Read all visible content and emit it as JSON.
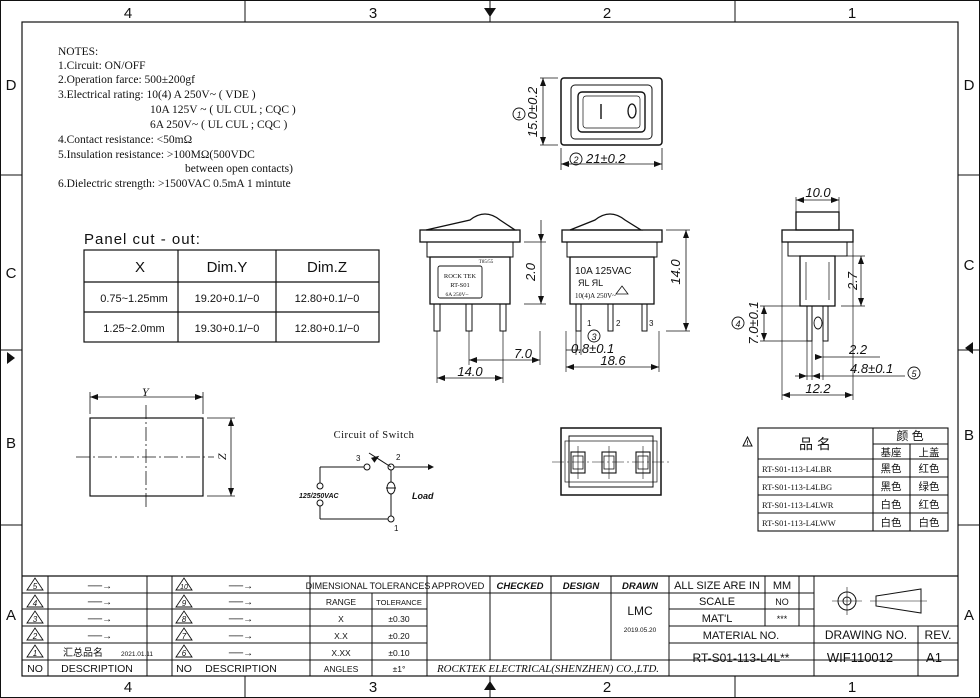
{
  "frame": {
    "columns": [
      "4",
      "3",
      "2",
      "1"
    ],
    "rows": [
      "D",
      "C",
      "B",
      "A"
    ]
  },
  "notes": {
    "title": "NOTES:",
    "lines": [
      "1.Circuit: ON/OFF",
      "2.Operation farce: 500±200gf",
      "3.Electrical rating: 10(4) A   250V~ ( VDE )",
      "10A 125V ~ ( UL CUL ; CQC )",
      "6A    250V~ ( UL CUL ; CQC )",
      "4.Contact resistance: <50mΩ",
      "5.Insulation resistance: >100MΩ(500VDC",
      "between open contacts)",
      "6.Dielectric strength: >1500VAC  0.5mA 1 mintute"
    ]
  },
  "panel_cutout": {
    "title": "Panel cut - out:",
    "headers": [
      "X",
      "Dim.Y",
      "Dim.Z"
    ],
    "rows": [
      [
        "0.75~1.25mm",
        "19.20+0.1/−0",
        "12.80+0.1/−0"
      ],
      [
        "1.25~2.0mm",
        "19.30+0.1/−0",
        "12.80+0.1/−0"
      ]
    ],
    "label_y": "Y",
    "label_z": "Z"
  },
  "top_view": {
    "height_dim": "15.0±0.2",
    "width_dim": "21±0.2",
    "marker_1": "1",
    "marker_2": "2",
    "on_symbol": "|",
    "off_symbol": "O"
  },
  "front_view": {
    "brand": "ROCK TEK",
    "model": "RT-S01",
    "rating": "6A 250V~",
    "marks": "T85/55",
    "dim_height": "2.0",
    "dim_pin": "7.0",
    "dim_width": "14.0"
  },
  "side_view": {
    "rating_line1": "10A 125VAC",
    "rating_line2": "10(4)A 250V~",
    "ul_mark": "ЯL ЯL",
    "dim_height": "14.0",
    "dim_terminal": "0.8±0.1",
    "dim_width": "18.6",
    "marker_3": "3",
    "pin_labels": [
      "1",
      "2",
      "3"
    ]
  },
  "end_view": {
    "dim_top": "10.0",
    "dim_right": "2.7",
    "dim_left": "7.0±0.1",
    "dim_small": "2.2",
    "dim_pin": "4.8±0.1",
    "dim_bottom": "12.2",
    "marker_4": "4",
    "marker_5": "5"
  },
  "circuit": {
    "title": "Circuit of Switch",
    "voltage": "125/250VAC",
    "load": "Load",
    "pins": [
      "3",
      "2",
      "1"
    ]
  },
  "variants_table": {
    "warning": "!",
    "header_name": "品 名",
    "header_color": "颜 色",
    "sub_base": "基座",
    "sub_cover": "上盖",
    "rows": [
      [
        "RT-S01-113-L4LBR",
        "黑色",
        "红色"
      ],
      [
        "RT-S01-113-L4LBG",
        "黑色",
        "绿色"
      ],
      [
        "RT-S01-113-L4LWR",
        "白色",
        "红色"
      ],
      [
        "RT-S01-113-L4LWW",
        "白色",
        "白色"
      ]
    ]
  },
  "title_block": {
    "revisions_left": [
      {
        "no": "5",
        "desc": "──→"
      },
      {
        "no": "4",
        "desc": "──→"
      },
      {
        "no": "3",
        "desc": "──→"
      },
      {
        "no": "2",
        "desc": "──→"
      },
      {
        "no": "1",
        "desc": "汇总品名",
        "date": "2021.01.11"
      }
    ],
    "revisions_right": [
      {
        "no": "10",
        "desc": "──→"
      },
      {
        "no": "9",
        "desc": "──→"
      },
      {
        "no": "8",
        "desc": "──→"
      },
      {
        "no": "7",
        "desc": "──→"
      },
      {
        "no": "6",
        "desc": "──→"
      }
    ],
    "col_no": "NO",
    "col_desc": "DESCRIPTION",
    "tolerances": {
      "title": "DIMENSIONAL TOLERANCES",
      "col_range": "RANGE",
      "col_tol": "TOLERANCE",
      "rows": [
        [
          "X",
          "±0.30"
        ],
        [
          "X.X",
          "±0.20"
        ],
        [
          "X.XX",
          "±0.10"
        ],
        [
          "ANGLES",
          "±1°"
        ]
      ]
    },
    "approved": "APPROVED",
    "checked": "CHECKED",
    "design": "DESIGN",
    "drawn": "DRAWN",
    "drawn_by": "LMC",
    "drawn_date": "2019.05.20",
    "company": "ROCKTEK ELECTRICAL(SHENZHEN) CO.,LTD.",
    "all_size": "ALL SIZE ARE IN",
    "all_size_val": "MM",
    "scale": "SCALE",
    "scale_val": "NO",
    "matl": "MAT'L",
    "matl_val": "***",
    "material_no": "MATERIAL NO.",
    "material_no_val": "RT-S01-113-L4L**",
    "drawing_no": "DRAWING NO.",
    "drawing_no_val": "WIF110012",
    "rev": "REV.",
    "rev_val": "A1"
  }
}
